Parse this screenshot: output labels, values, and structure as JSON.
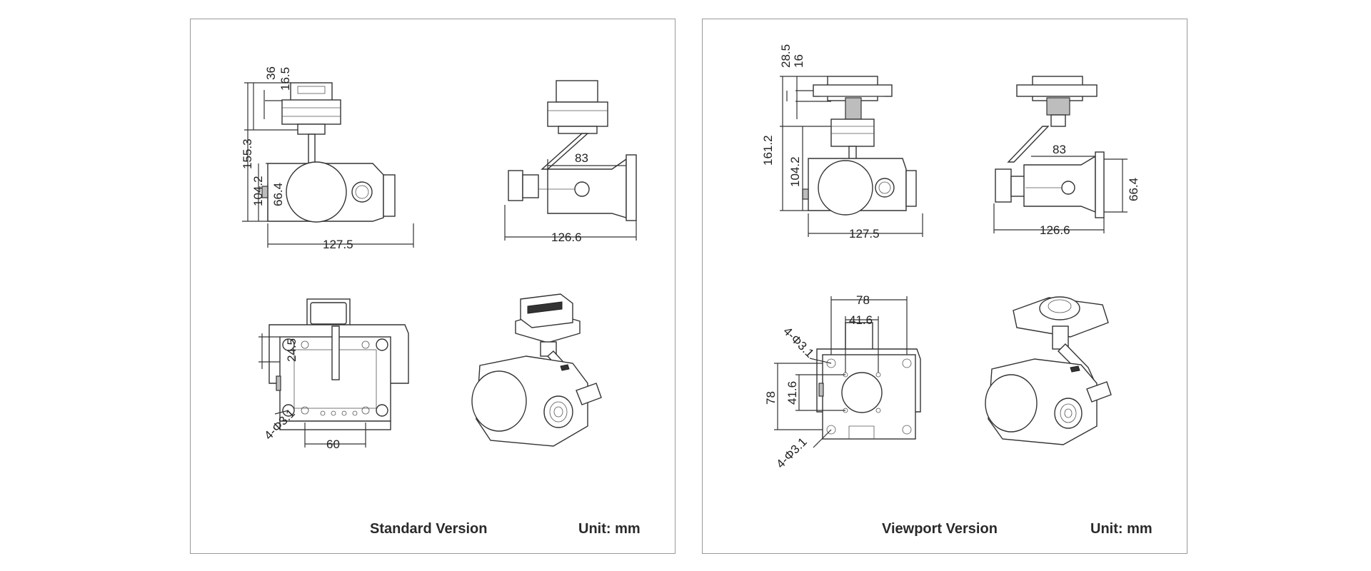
{
  "standard": {
    "title": "Standard Version",
    "unit": "Unit: mm",
    "dims": {
      "d36": "36",
      "d16_5": "16.5",
      "d155_3": "155.3",
      "d104_2": "104.2",
      "d66_4": "66.4",
      "d127_5": "127.5",
      "d83": "83",
      "d126_6": "126.6",
      "d24_5": "24.5",
      "d4phi": "4-Φ3.1",
      "d60": "60"
    }
  },
  "viewport": {
    "title": "Viewport Version",
    "unit": "Unit: mm",
    "dims": {
      "d28_5": "28.5",
      "d16": "16",
      "d161_2": "161.2",
      "d104_2": "104.2",
      "d127_5": "127.5",
      "d83": "83",
      "d126_6": "126.6",
      "d66_4": "66.4",
      "d78a": "78",
      "d41_6a": "41.6",
      "d4phi_a": "4-Φ3.1",
      "d78b": "78",
      "d41_6b": "41.6",
      "d4phi_b": "4-Φ3.1"
    }
  },
  "colors": {
    "line": "#333333",
    "frame": "#9a9a9a",
    "text": "#222222"
  }
}
